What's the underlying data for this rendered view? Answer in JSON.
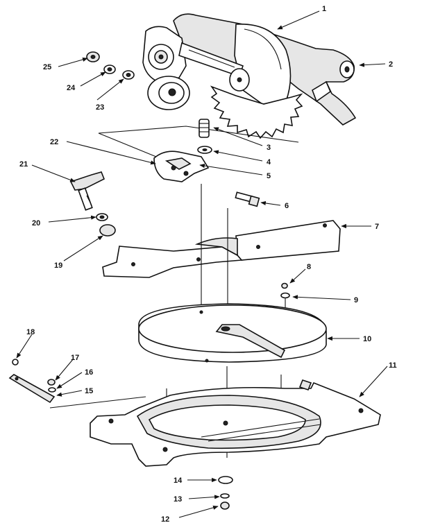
{
  "callouts": [
    {
      "number": "1"
    },
    {
      "number": "2"
    },
    {
      "number": "3"
    },
    {
      "number": "4"
    },
    {
      "number": "5"
    },
    {
      "number": "6"
    },
    {
      "number": "7"
    },
    {
      "number": "8"
    },
    {
      "number": "9"
    },
    {
      "number": "10"
    },
    {
      "number": "11"
    },
    {
      "number": "12"
    },
    {
      "number": "13"
    },
    {
      "number": "14"
    },
    {
      "number": "15"
    },
    {
      "number": "16"
    },
    {
      "number": "17"
    },
    {
      "number": "18"
    },
    {
      "number": "19"
    },
    {
      "number": "20"
    },
    {
      "number": "21"
    },
    {
      "number": "22"
    },
    {
      "number": "23"
    },
    {
      "number": "24"
    },
    {
      "number": "25"
    }
  ]
}
